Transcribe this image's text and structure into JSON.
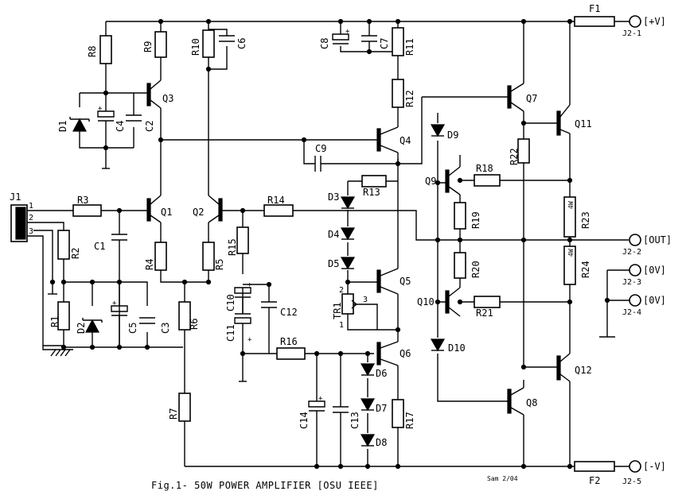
{
  "title": "Fig.1- 50W POWER AMPLIFIER [OSU IEEE]",
  "credit": "Sam 2/04",
  "labels": {
    "R1": "R1",
    "R2": "R2",
    "R3": "R3",
    "R4": "R4",
    "R5": "R5",
    "R6": "R6",
    "R7": "R7",
    "R8": "R8",
    "R9": "R9",
    "R10": "R10",
    "R11": "R11",
    "R12": "R12",
    "R13": "R13",
    "R14": "R14",
    "R15": "R15",
    "R16": "R16",
    "R17": "R17",
    "R18": "R18",
    "R19": "R19",
    "R20": "R20",
    "R21": "R21",
    "R22": "R22",
    "R23": "R23",
    "R24": "R24",
    "C1": "C1",
    "C2": "C2",
    "C3": "C3",
    "C4": "C4",
    "C5": "C5",
    "C6": "C6",
    "C7": "C7",
    "C8": "C8",
    "C9": "C9",
    "C10": "C10",
    "C11": "C11",
    "C12": "C12",
    "C13": "C13",
    "C14": "C14",
    "D1": "D1",
    "D2": "D2",
    "D3": "D3",
    "D4": "D4",
    "D5": "D5",
    "D6": "D6",
    "D7": "D7",
    "D8": "D8",
    "D9": "D9",
    "D10": "D10",
    "Q1": "Q1",
    "Q2": "Q2",
    "Q3": "Q3",
    "Q4": "Q4",
    "Q5": "Q5",
    "Q6": "Q6",
    "Q7": "Q7",
    "Q8": "Q8",
    "Q9": "Q9",
    "Q10": "Q10",
    "Q11": "Q11",
    "Q12": "Q12",
    "TR1": "TR1",
    "J1": "J1",
    "F1": "F1",
    "F2": "F2",
    "R23v": "4W",
    "R24v": "4W",
    "pin1": "1",
    "pin2": "2",
    "pin3": "3",
    "tr1p1": "1",
    "tr1p2": "2",
    "tr1p3": "3"
  },
  "terminals": {
    "j21": "J2-1",
    "j22": "J2-2",
    "j23": "J2-3",
    "j24": "J2-4",
    "j25": "J2-5",
    "pv": "[+V]",
    "out": "[OUT]",
    "zv1": "[0V]",
    "zv2": "[0V]",
    "mv": "[-V]"
  }
}
